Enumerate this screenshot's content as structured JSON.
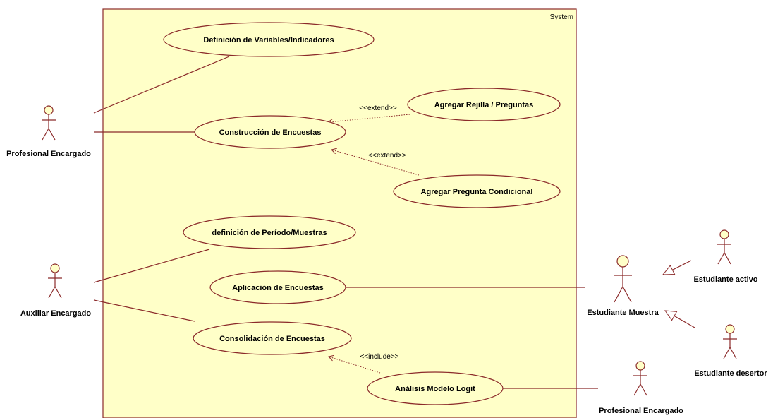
{
  "system": {
    "label": "System"
  },
  "use_cases": {
    "variables": "Definición de Variables/Indicadores",
    "construccion": "Construcción de Encuestas",
    "rejilla": "Agregar Rejilla / Preguntas",
    "condicional": "Agregar Pregunta Condicional",
    "periodo": "definición de Período/Muestras",
    "aplicacion": "Aplicación de Encuestas",
    "consolidacion": "Consolidación de Encuestas",
    "logit": "Análisis Modelo Logit"
  },
  "actors": {
    "profesional_1": "Profesional Encargado",
    "auxiliar": "Auxiliar Encargado",
    "muestra": "Estudiante Muestra",
    "activo": "Estudiante activo",
    "desertor": "Estudiante desertor",
    "profesional_2": "Profesional Encargado"
  },
  "stereotypes": {
    "extend_1": "<<extend>>",
    "extend_2": "<<extend>>",
    "include_1": "<<include>>"
  },
  "colors": {
    "system_fill": "#ffffc8",
    "element_fill": "#ffffc8",
    "stroke": "#8b2a2a"
  }
}
